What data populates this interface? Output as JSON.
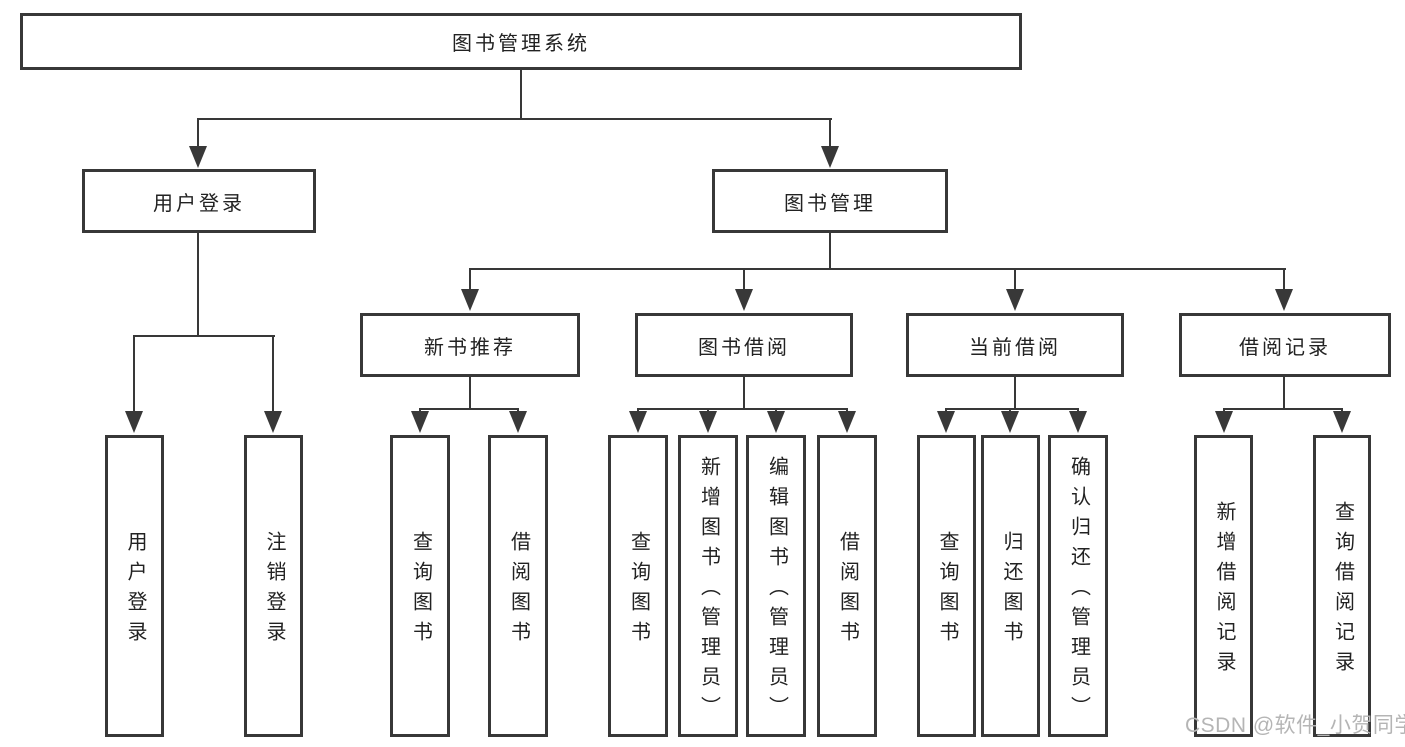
{
  "diagram": {
    "type": "hierarchy",
    "root": {
      "label": "图书管理系统"
    },
    "level2": [
      {
        "label": "用户登录",
        "parent": "图书管理系统"
      },
      {
        "label": "图书管理",
        "parent": "图书管理系统"
      }
    ],
    "level3": [
      {
        "label": "新书推荐",
        "parent": "图书管理"
      },
      {
        "label": "图书借阅",
        "parent": "图书管理"
      },
      {
        "label": "当前借阅",
        "parent": "图书管理"
      },
      {
        "label": "借阅记录",
        "parent": "图书管理"
      }
    ],
    "leaf_groups": [
      {
        "parent": "用户登录",
        "items": [
          {
            "label": "用户登录"
          },
          {
            "label": "注销登录"
          }
        ]
      },
      {
        "parent": "新书推荐",
        "items": [
          {
            "label": "查询图书"
          },
          {
            "label": "借阅图书"
          }
        ]
      },
      {
        "parent": "图书借阅",
        "items": [
          {
            "label": "查询图书"
          },
          {
            "label": "新增图书（管理员）"
          },
          {
            "label": "编辑图书（管理员）"
          },
          {
            "label": "借阅图书"
          }
        ]
      },
      {
        "parent": "当前借阅",
        "items": [
          {
            "label": "查询图书"
          },
          {
            "label": "归还图书"
          },
          {
            "label": "确认归还（管理员）"
          }
        ]
      },
      {
        "parent": "借阅记录",
        "items": [
          {
            "label": "新增借阅记录"
          },
          {
            "label": "查询借阅记录"
          }
        ]
      }
    ]
  },
  "watermark": {
    "text": "CSDN @软件_小贺同学"
  },
  "colors": {
    "line": "#383838",
    "box_border": "#383838",
    "text": "#222222",
    "watermark": "#b5b5b5",
    "background": "#ffffff"
  }
}
